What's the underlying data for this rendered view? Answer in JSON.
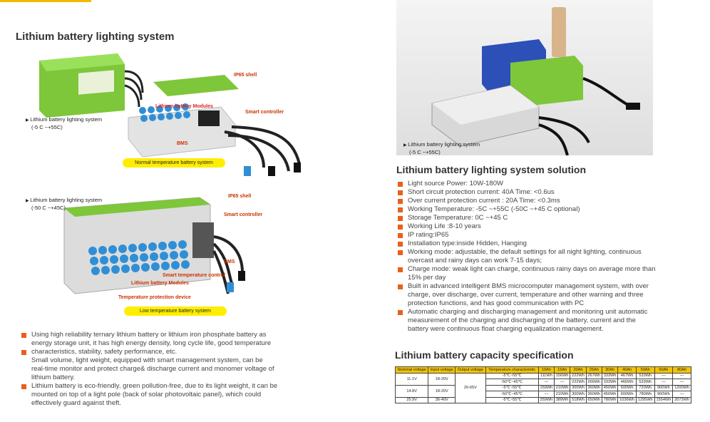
{
  "left": {
    "title": "Lithium battery lighting system",
    "normal": {
      "caption_line1": "Lithium battery lighting system",
      "caption_line2": "(-5 C ~+55C)",
      "labels": [
        "IP65 shell",
        "Smart controller",
        "Lithium battery Modules",
        "BMS"
      ],
      "pill": "Normal temperature battery system"
    },
    "low": {
      "caption_line1": "Lithium battery lighting system",
      "caption_line2": "(-50 C ~+45C)",
      "labels": [
        "IP65 shell",
        "Smart controller",
        "BMS",
        "Smart temperature control",
        "Lithium battery Modules",
        "Temperature protection device"
      ],
      "pill": "Low temperature battery system"
    },
    "bullets": [
      {
        "text": "Using high reliability ternary lithium battery or lithium iron phosphate battery as",
        "bullet": true
      },
      {
        "text": "energy storage unit, it has high energy density, long cycle life, good temperature",
        "bullet": false
      },
      {
        "text": "characteristics, stability, safety performance, etc.",
        "bullet": true
      },
      {
        "text": "Small volume, light weight, equipped with smart management system, can be",
        "bullet": false
      },
      {
        "text": "real-time monitor and protect charge& discharge  current and monomer voltage of",
        "bullet": false
      },
      {
        "text": "lithium battery.",
        "bullet": false
      },
      {
        "text": "Lithium battery is eco-friendly, green pollution-free, due to its light weight, it can be",
        "bullet": true
      },
      {
        "text": "mounted on top of a light pole (back of  solar photovoltaic panel), which could",
        "bullet": false
      },
      {
        "text": "effectively guard against theft.",
        "bullet": false
      }
    ]
  },
  "right": {
    "photo_caption_line1": "Lithium battery lighting system",
    "photo_caption_line2": "(-5 C ~+55C)",
    "title": "Lithium battery lighting system solution",
    "items": [
      {
        "text": "Light  source Power: 10W-180W",
        "bullet": true
      },
      {
        "text": "Short circuit protection current: 40A  Time: <0.6us",
        "bullet": true
      },
      {
        "text": "Over current protection current : 20A  Time: <0.3ms",
        "bullet": true
      },
      {
        "text": "Working Temperature: -5C ~+55C  (-50C ~+45 C optional)",
        "bullet": true
      },
      {
        "text": "Storage Temperature: 0C ~+45 C",
        "bullet": true
      },
      {
        "text": "Working Life :8-10 years",
        "bullet": true
      },
      {
        "text": "IP rating:IP65",
        "bullet": true
      },
      {
        "text": "Installation type:inside Hidden, Hanging",
        "bullet": true
      },
      {
        "text": "Working mode: adjustable, the default settings for all night lighting, continuous",
        "bullet": true
      },
      {
        "text": "overcast and rainy days can work 7-15 days;",
        "bullet": false
      },
      {
        "text": "Charge mode: weak light can charge, continuous rainy days on average more than",
        "bullet": true
      },
      {
        "text": "15% per day",
        "bullet": false
      },
      {
        "text": "Built in advanced intelligent BMS microcomputer management system, with over",
        "bullet": true
      },
      {
        "text": "charge, over discharge, over current, temperature and other warning and three",
        "bullet": false
      },
      {
        "text": "protection functions, and has good communication with PC",
        "bullet": false
      },
      {
        "text": "Automatic charging and discharging management and monitoring unit automatic",
        "bullet": true
      },
      {
        "text": "measurement of the charging and discharging of the battery, current and the",
        "bullet": false
      },
      {
        "text": "battery were continuous float charging equalization management.",
        "bullet": false
      }
    ],
    "capacity_title": "Lithium battery capacity specification",
    "table": {
      "headers": [
        "Nominal voltage",
        "Input voltage",
        "Output voltage",
        "Temperature characteristic",
        "10Ah",
        "15Ah",
        "20Ah",
        "25Ah",
        "30Ah",
        "40Ah",
        "50Ah",
        "60Ah",
        "80Ah"
      ],
      "output_voltage": "20-65V",
      "rows": [
        {
          "nominal": "11.1V",
          "input": "18-20V",
          "temp": "-5℃~55℃",
          "cells": [
            "111Wh",
            "156Wh",
            "222Wh",
            "267Wh",
            "333Wh",
            "467Wh",
            "533Wh",
            "—",
            "—"
          ]
        },
        {
          "nominal": "",
          "input": "",
          "temp": "-50℃~45℃",
          "cells": [
            "—",
            "—",
            "222Wh",
            "266Wh",
            "333Wh",
            "466Wh",
            "533Wh",
            "—",
            "—"
          ]
        },
        {
          "nominal": "14.8V",
          "input": "18-20V",
          "temp": "-5℃~55℃",
          "cells": [
            "150Wh",
            "210Wh",
            "300Wh",
            "360Wh",
            "450Wh",
            "600Wh",
            "720Wh",
            "900Wh",
            "1200Wh"
          ]
        },
        {
          "nominal": "",
          "input": "",
          "temp": "-50℃~45℃",
          "cells": [
            "—",
            "210Wh",
            "300Wh",
            "360Wh",
            "450Wh",
            "600Wh",
            "780Wh",
            "900Wh",
            "—"
          ]
        },
        {
          "nominal": "25.9V",
          "input": "36-40V",
          "temp": "-5℃~55℃",
          "cells": [
            "259Wh",
            "389Wh",
            "518Wh",
            "650Wh",
            "780Wh",
            "1036Wh",
            "1295Wh",
            "1554Wh",
            "2072Wh"
          ]
        }
      ]
    }
  },
  "colors": {
    "accent": "#e8601c",
    "pill": "#ffee00",
    "battery_green": "#7ec63a",
    "header_yellow": "#f5c400"
  }
}
